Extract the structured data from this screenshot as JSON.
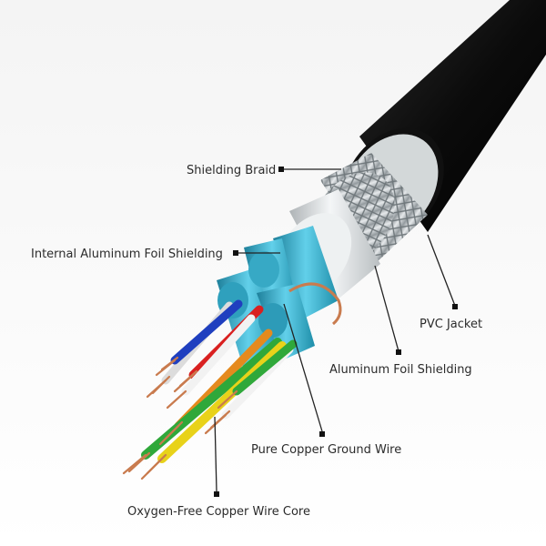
{
  "labels": {
    "shielding_braid": "Shielding Braid",
    "internal_foil": "Internal Aluminum Foil Shielding",
    "pvc_jacket": "PVC Jacket",
    "aluminum_foil": "Aluminum Foil Shielding",
    "ground_wire": "Pure Copper Ground Wire",
    "copper_core": "Oxygen-Free Copper Wire Core"
  },
  "colors": {
    "jacket": "#0d0d0d",
    "braid": "#c7cccf",
    "foil": "#dfe3e6",
    "inner_foil": "#3fb2cf",
    "copper": "#c97b4e",
    "wire_blue": "#1f3fbf",
    "wire_red": "#d92020",
    "wire_green": "#2fa83a",
    "wire_yellow": "#e8d21a",
    "wire_orange": "#e58a1e",
    "wire_white": "#f2f2f2",
    "leader": "#222222"
  }
}
